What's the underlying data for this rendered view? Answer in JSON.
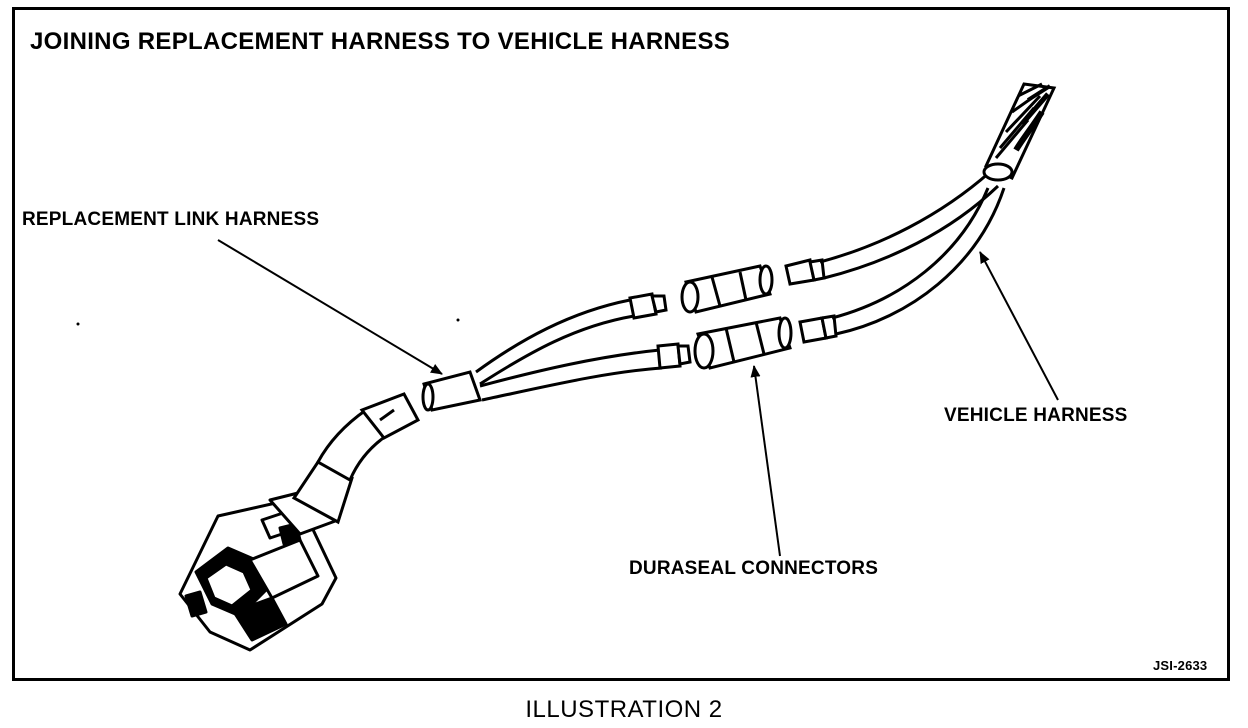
{
  "figure": {
    "title": "JOINING REPLACEMENT HARNESS TO VEHICLE HARNESS",
    "caption": "ILLUSTRATION 2",
    "code": "JSI-2633"
  },
  "labels": {
    "replacement_link_harness": "REPLACEMENT LINK HARNESS",
    "vehicle_harness": "VEHICLE HARNESS",
    "duraseal_connectors": "DURASEAL CONNECTORS"
  }
}
